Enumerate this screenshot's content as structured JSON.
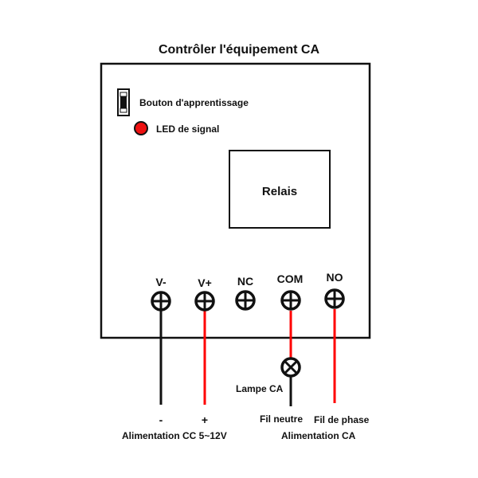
{
  "title": "Contrôler l'équipement CA",
  "module": {
    "learn_button_label": "Bouton d'apprentissage",
    "led_label": "LED de signal",
    "relay_label": "Relais"
  },
  "terminals": [
    {
      "id": "v-minus",
      "label": "V-",
      "wire": "black"
    },
    {
      "id": "v-plus",
      "label": "V+",
      "wire": "red"
    },
    {
      "id": "nc",
      "label": "NC",
      "wire": "none"
    },
    {
      "id": "com",
      "label": "COM",
      "wire": "red"
    },
    {
      "id": "no",
      "label": "NO",
      "wire": "red"
    }
  ],
  "lamp": {
    "label": "Lampe CA"
  },
  "dc_supply": {
    "minus_label": "-",
    "plus_label": "+",
    "caption": "Alimentation CC 5~12V"
  },
  "ac_supply": {
    "neutral_label": "Fil neutre",
    "phase_label": "Fil de phase",
    "caption": "Alimentation CA"
  },
  "colors": {
    "line": "#111111",
    "wire_red": "#ff0000",
    "wire_black": "#111111",
    "led": "#ee1111"
  }
}
